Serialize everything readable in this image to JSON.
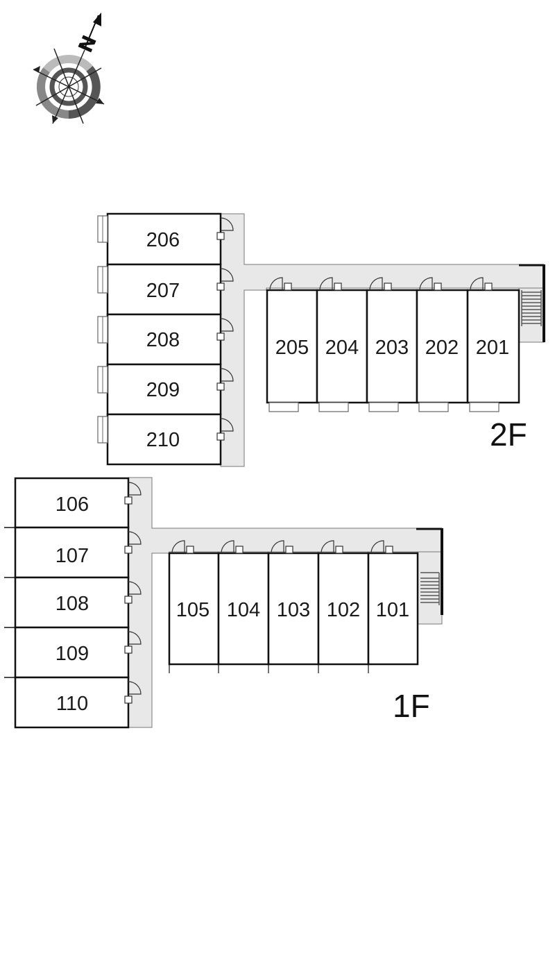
{
  "compass": {
    "north_label": "N",
    "icon": "compass-rose-icon"
  },
  "floor_2": {
    "label": "2F",
    "west_units": [
      "206",
      "207",
      "208",
      "209",
      "210"
    ],
    "south_units": [
      "205",
      "204",
      "203",
      "202",
      "201"
    ]
  },
  "floor_1": {
    "label": "1F",
    "west_units": [
      "106",
      "107",
      "108",
      "109",
      "110"
    ],
    "south_units": [
      "105",
      "104",
      "103",
      "102",
      "101"
    ]
  },
  "colors": {
    "corridor": "#e8e8e8",
    "wall": "#111111",
    "compass_dark": "#555555",
    "compass_light": "#bbbbbb"
  }
}
